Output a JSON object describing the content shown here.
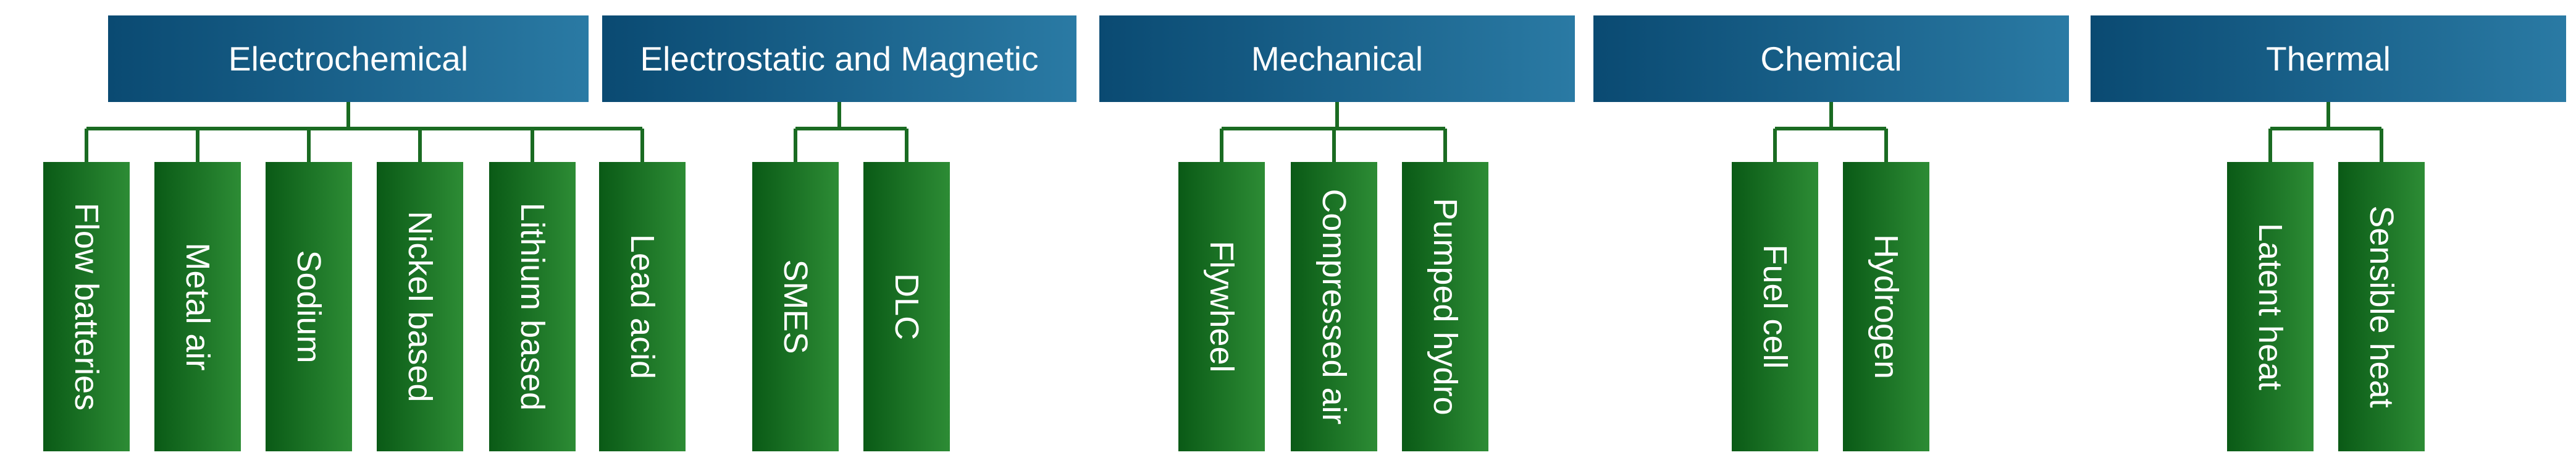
{
  "colors": {
    "category_dark": "#0a4a72",
    "category_light": "#2a7aa4",
    "leaf_dark": "#0a5a16",
    "leaf_light": "#2d8c35",
    "connector": "#1a6b22"
  },
  "categories": [
    {
      "label": "Electrochemical",
      "children": [
        "Flow batteries",
        "Metal air",
        "Sodium",
        "Nickel based",
        "Lithium based",
        "Lead acid"
      ]
    },
    {
      "label": "Electrostatic and Magnetic",
      "children": [
        "SMES",
        "DLC"
      ]
    },
    {
      "label": "Mechanical",
      "children": [
        "Flywheel",
        "Compressed air",
        "Pumped hydro"
      ]
    },
    {
      "label": "Chemical",
      "children": [
        "Fuel cell",
        "Hydrogen"
      ]
    },
    {
      "label": "Thermal",
      "children": [
        "Latent heat",
        "Sensible heat"
      ]
    }
  ]
}
